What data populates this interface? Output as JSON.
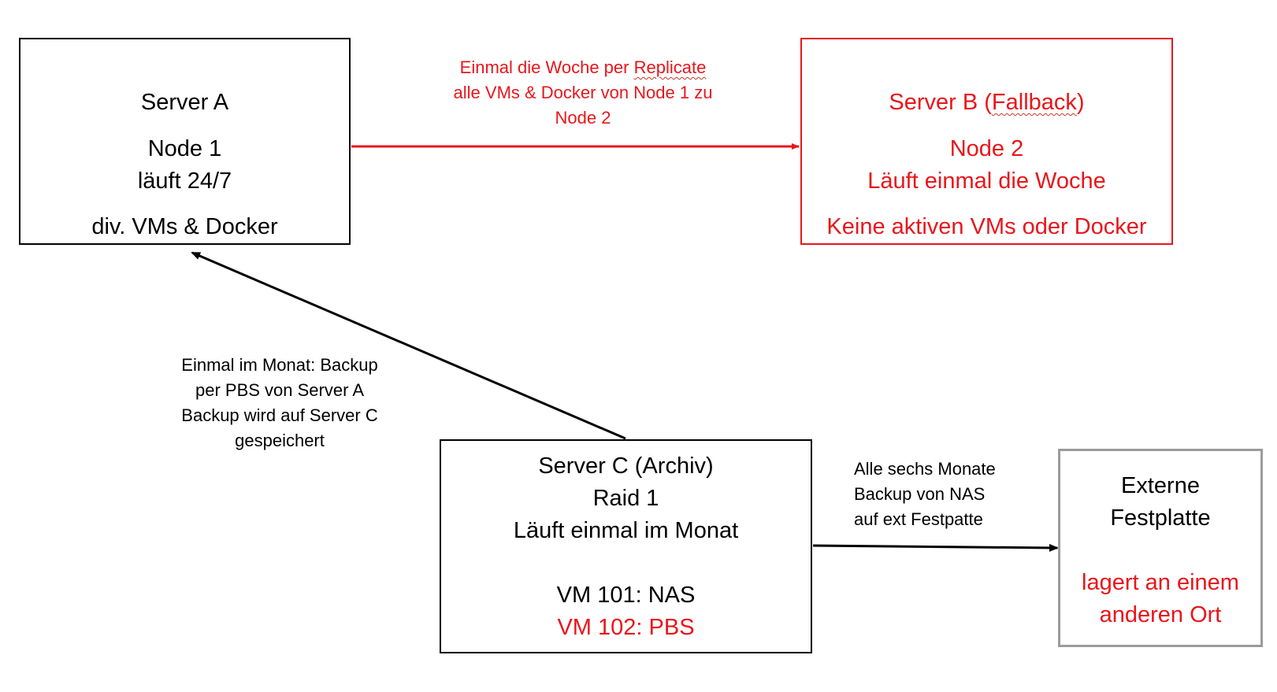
{
  "colors": {
    "accent_red": "#e8161b",
    "black": "#000000",
    "gray_border": "#9b9b9b"
  },
  "server_a": {
    "title": "Server A",
    "node": "Node 1",
    "status": "läuft 24/7",
    "content": "div. VMs & Docker"
  },
  "server_b": {
    "title_prefix": "Server B (",
    "title_word": "Fallback",
    "title_suffix": ")",
    "node": "Node 2",
    "status": "Läuft einmal die Woche",
    "content": "Keine aktiven VMs oder Docker"
  },
  "server_c": {
    "title": "Server C (Archiv)",
    "raid": "Raid 1",
    "status": "Läuft einmal im Monat",
    "vm_101": "VM 101: NAS",
    "vm_102": "VM 102: PBS"
  },
  "external_disk": {
    "title_line1": "Externe",
    "title_line2": "Festplatte",
    "note_line1": "lagert an einem",
    "note_line2": "anderen Ort"
  },
  "edges": {
    "replicate": {
      "line1_prefix": "Einmal die Woche per ",
      "line1_word": "Replicate",
      "line2": "alle VMs & Docker von Node 1 zu",
      "line3": "Node 2"
    },
    "backup": {
      "line1": "Einmal im Monat: Backup",
      "line2": "per PBS von Server A",
      "line3": "Backup wird auf Server C",
      "line4": "gespeichert"
    },
    "external": {
      "line1": "Alle sechs Monate",
      "line2": "Backup von NAS",
      "line3": "auf ext Festpatte"
    }
  }
}
